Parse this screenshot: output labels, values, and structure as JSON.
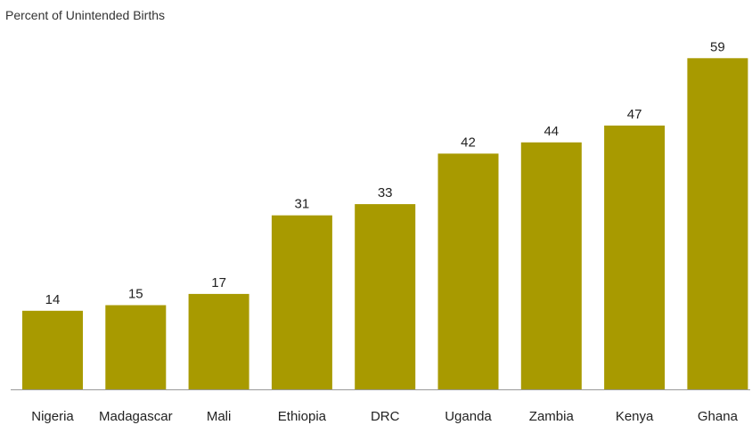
{
  "chart_data": {
    "type": "bar",
    "title": "Percent of Unintended Births",
    "xlabel": "",
    "ylabel": "",
    "categories": [
      "Nigeria",
      "Madagascar",
      "Mali",
      "Ethiopia",
      "DRC",
      "Uganda",
      "Zambia",
      "Kenya",
      "Ghana"
    ],
    "values": [
      14,
      15,
      17,
      31,
      33,
      42,
      44,
      47,
      59
    ],
    "ylim": [
      0,
      60
    ],
    "grid": false,
    "data_labels": true,
    "bar_color": "#a89a00",
    "axis_color": "#999999"
  }
}
